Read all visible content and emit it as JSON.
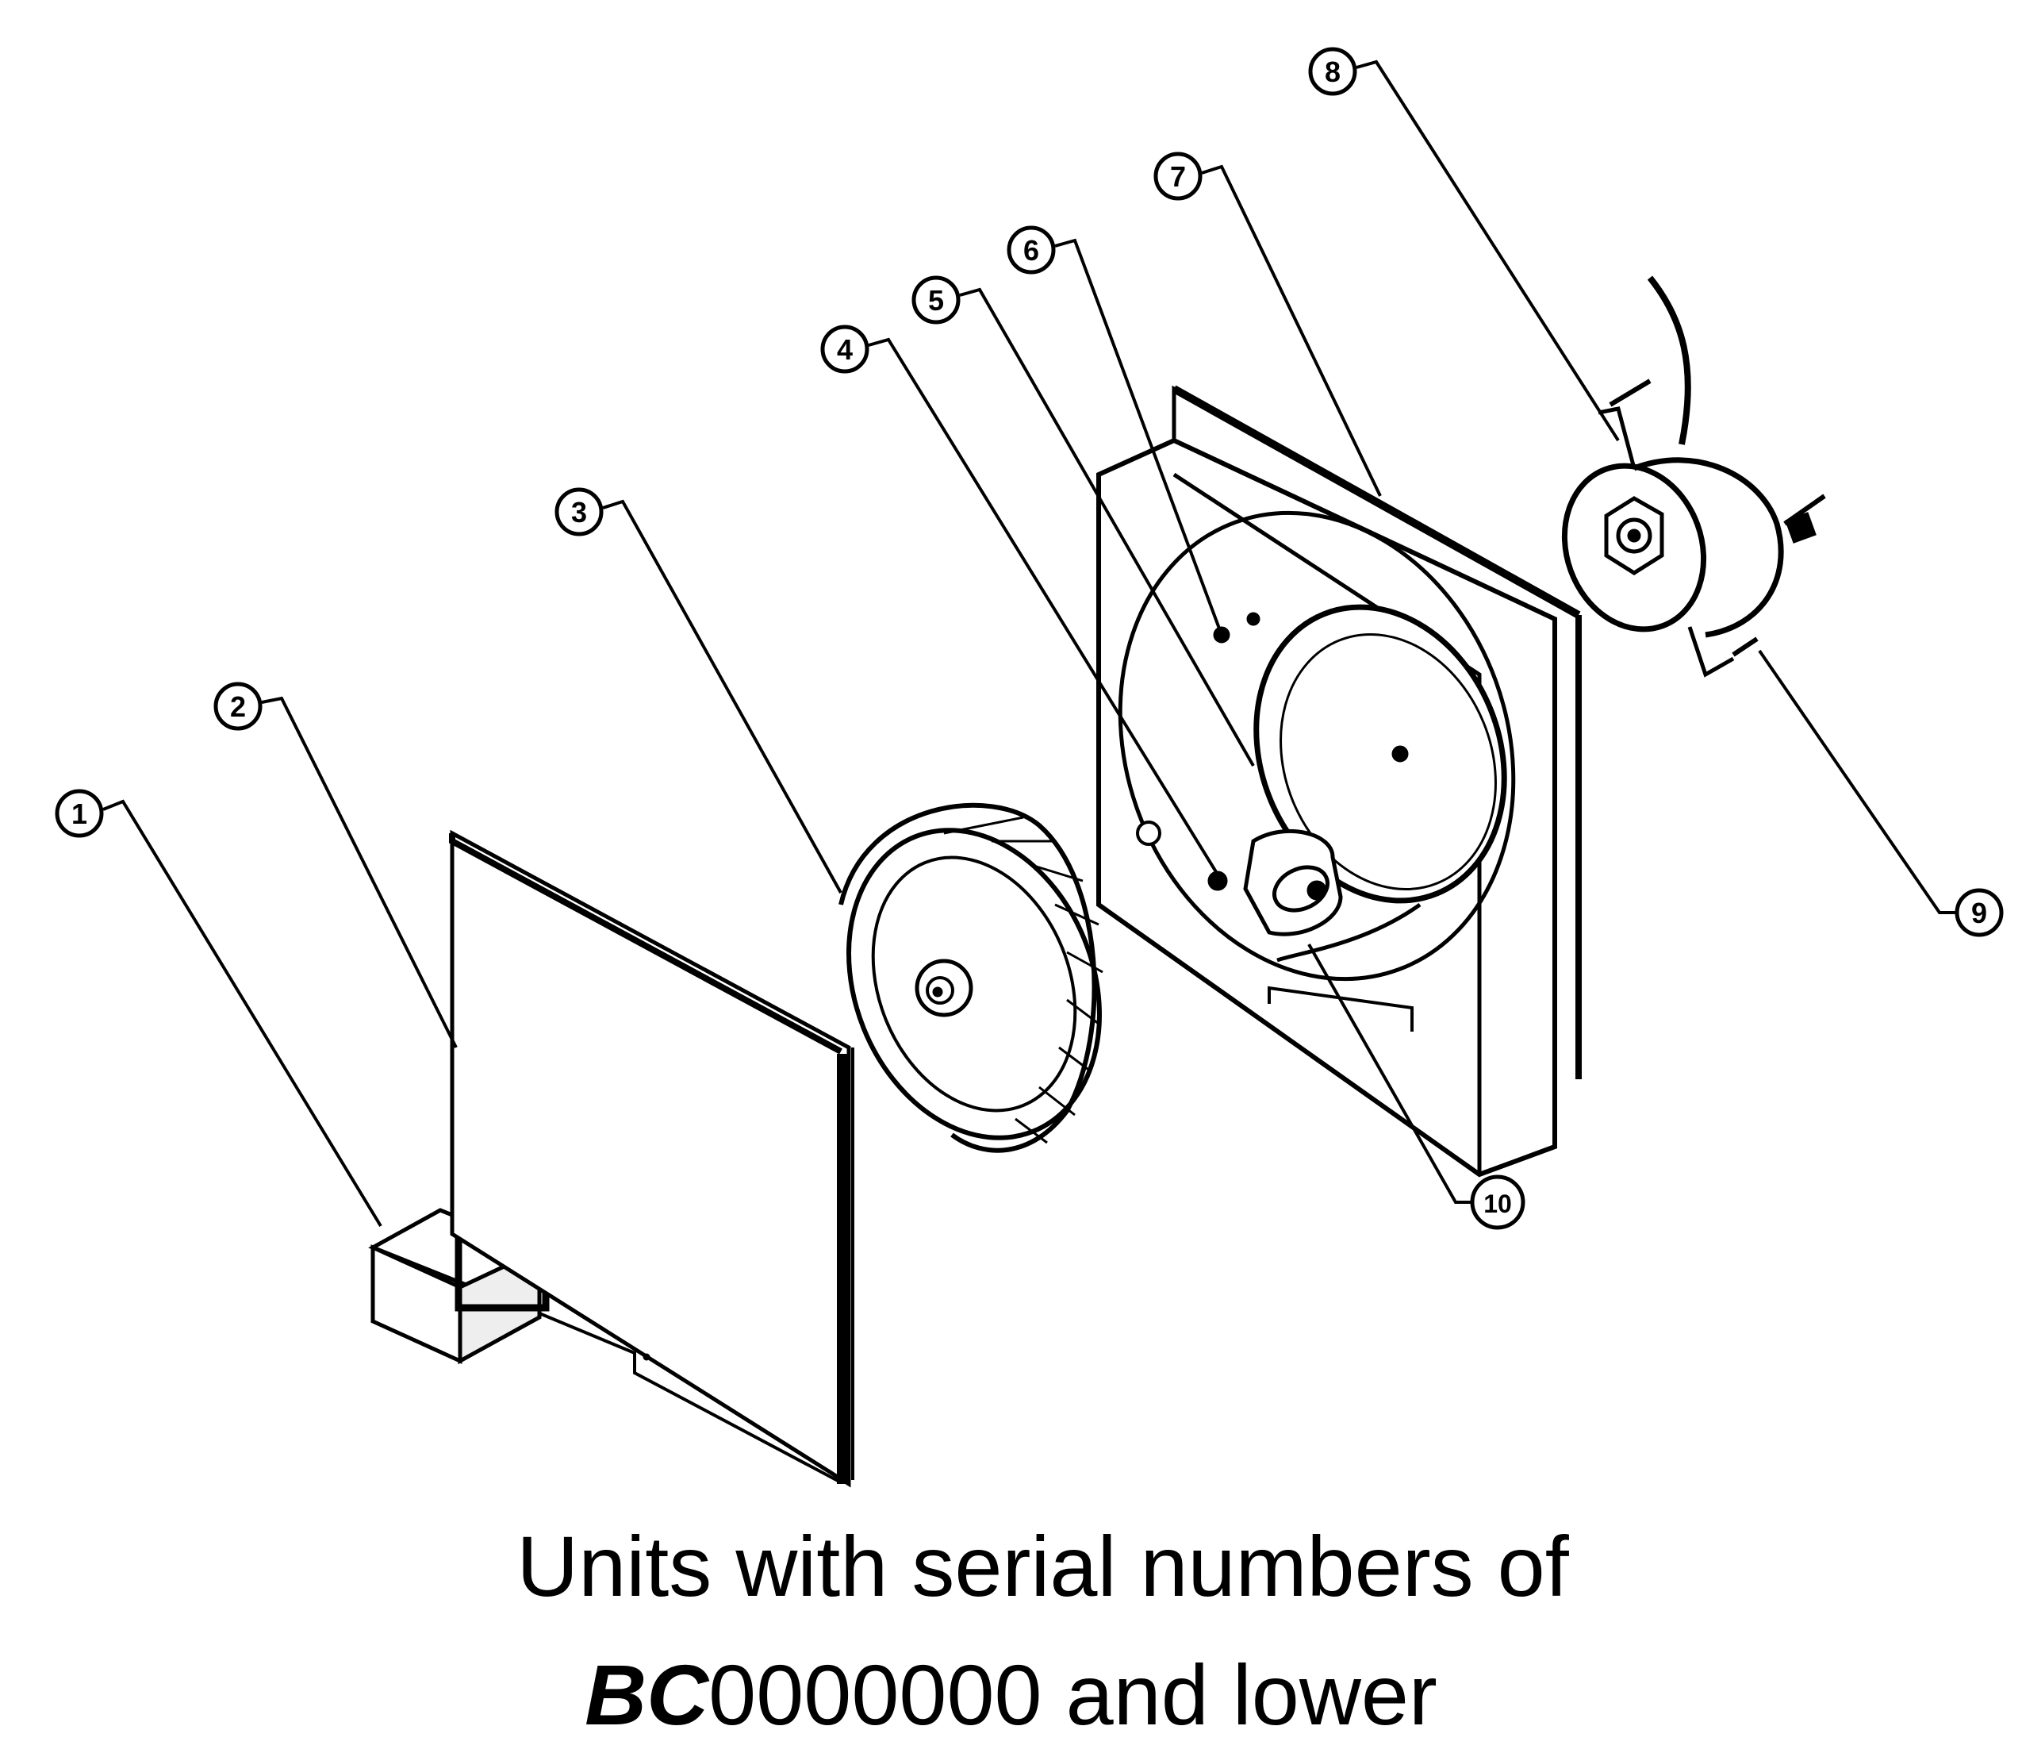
{
  "callouts": [
    "1",
    "2",
    "3",
    "4",
    "5",
    "6",
    "7",
    "8",
    "9",
    "10"
  ],
  "caption": {
    "line1": "Units with serial numbers of",
    "line2_prefix": "BC",
    "line2_rest": "0000000 and lower"
  }
}
